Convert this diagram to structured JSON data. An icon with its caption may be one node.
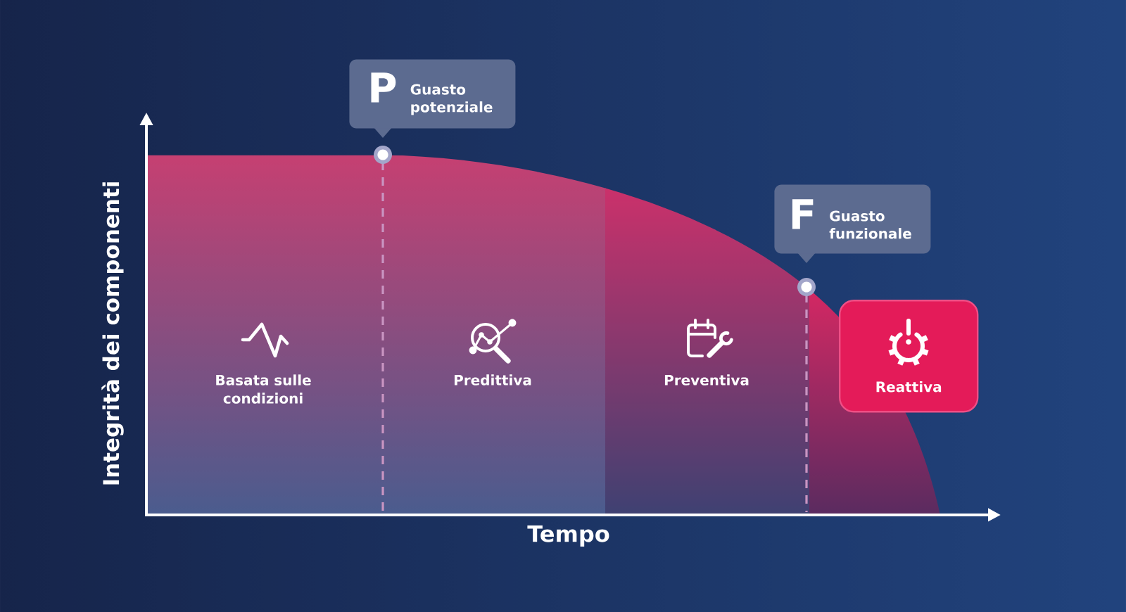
{
  "diagram": {
    "nodes": [
      {
        "text": [
          "P",
          "Guasto potenziale"
        ]
      },
      {
        "text": [
          "F",
          "Guasto funzionale"
        ]
      },
      {
        "text": [
          "Reattiva"
        ]
      }
    ],
    "labels": [
      "Integrità dei componenti",
      "Basata sulle condizioni",
      "Predittiva",
      "Preventiva",
      "Tempo"
    ]
  }
}
